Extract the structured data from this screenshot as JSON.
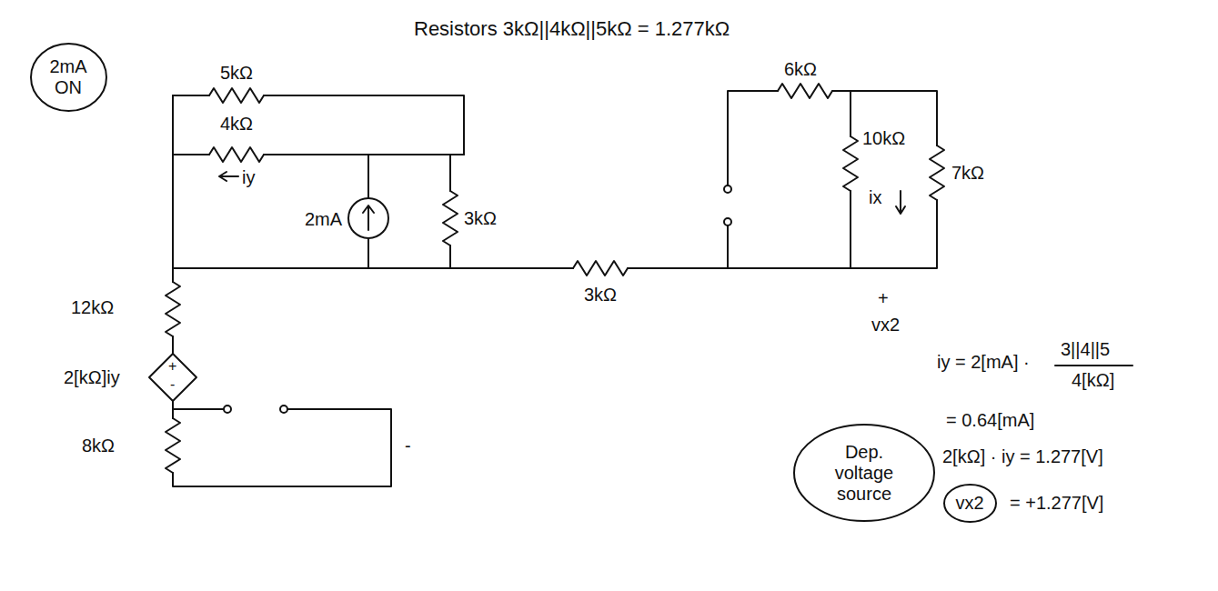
{
  "diagram": {
    "nodes": [
      {
        "text": [
          "2mA ON"
        ]
      },
      {
        "text": [
          "Dep. voltage source"
        ]
      },
      {
        "text": [
          "vx2"
        ]
      }
    ],
    "labels": [
      "Resistors 3kΩ||4kΩ||5kΩ = 1.277kΩ",
      "5kΩ",
      "4kΩ",
      "iy",
      "2mA",
      "3kΩ",
      "6kΩ",
      "10kΩ",
      "ix",
      "7kΩ",
      "3kΩ",
      "12kΩ",
      "2[kΩ]iy",
      "+",
      "-",
      "8kΩ",
      "+",
      "vx2",
      "-",
      "iy = 2[mA] ·",
      "3||4||5",
      "4[kΩ]",
      "= 0.64[mA]",
      "2[kΩ] · iy = 1.277[V]",
      "= +1.277[V]"
    ]
  }
}
